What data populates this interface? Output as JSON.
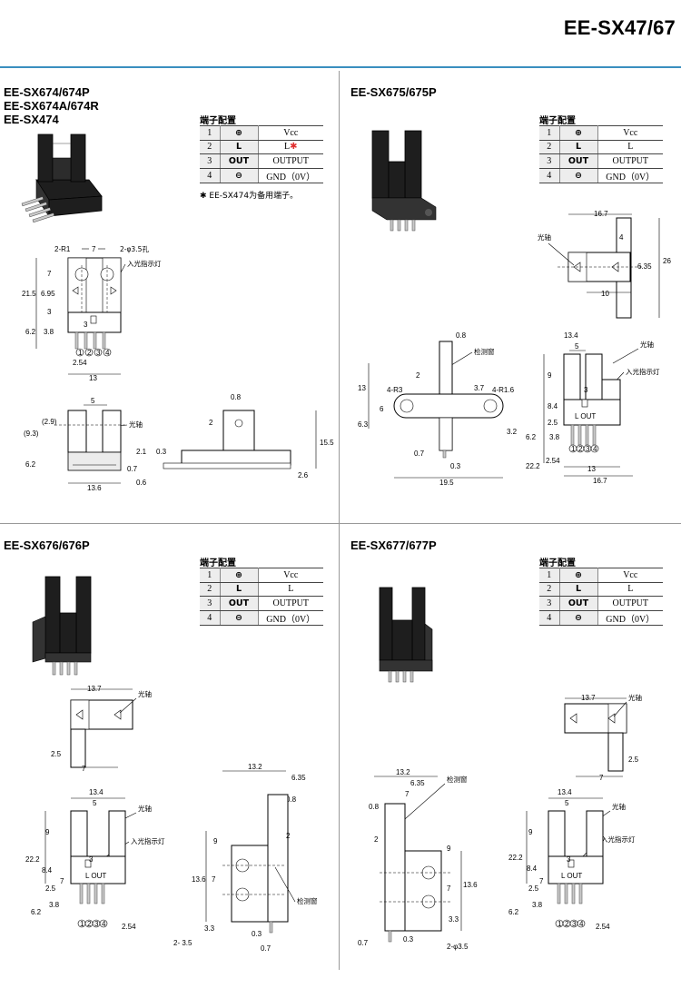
{
  "doc": {
    "title": "EE-SX47/67"
  },
  "terminal": {
    "heading": "端子配置",
    "rows": [
      {
        "num": "1",
        "sym": "⊕",
        "name": "Vcc"
      },
      {
        "num": "2",
        "sym": "L",
        "name": "L"
      },
      {
        "num": "3",
        "sym": "OUT",
        "name": "OUTPUT"
      },
      {
        "num": "4",
        "sym": "⊖",
        "name": "GND（0V）"
      }
    ],
    "star": "✱"
  },
  "q1": {
    "title_lines": [
      "EE-SX674/674P",
      "EE-SX674A/674R",
      "EE-SX474"
    ],
    "note": "✱ EE-SX474为备用端子。",
    "labels": {
      "r1": "2-R1",
      "w7": "7",
      "hole": "2-φ3.5孔",
      "led": "入光指示灯",
      "v7": "7",
      "v215": "21.5",
      "v695": "6.95",
      "v3a": "3",
      "h3": "3",
      "v62": "6.2",
      "v38": "3.8",
      "h254": "2.54",
      "h13": "13",
      "h5": "5",
      "v29": "(2.9)",
      "v93": "(9.3)",
      "axis": "光轴",
      "v62b": "6.2",
      "h136": "13.6",
      "s08": "0.8",
      "s2": "2",
      "s21": "2.1",
      "s03": "0.3",
      "s07": "0.7",
      "s06": "0.6",
      "s155": "15.5",
      "s26": "2.6",
      "p1": "1",
      "p2": "2",
      "p3": "3",
      "p4": "4"
    }
  },
  "q2": {
    "title_lines": [
      "EE-SX675/675P"
    ],
    "labels": {
      "t167": "16.7",
      "t4": "4",
      "axis": "光轴",
      "t635": "6.35",
      "t26": "26",
      "t10": "10",
      "f08": "0.8",
      "win": "检测窗",
      "f2": "2",
      "f13": "13",
      "r3": "4-R3",
      "f6": "6",
      "f63": "6.3",
      "f37": "3.7",
      "r16": "4-R1.6",
      "f32": "3.2",
      "f07": "0.7",
      "f03": "0.3",
      "f195": "19.5",
      "s134": "13.4",
      "s5": "5",
      "axis2": "光轴",
      "led": "入光指示灯",
      "s9": "9",
      "s222": "22.2",
      "s84": "8.4",
      "s3": "3",
      "s25": "2.5",
      "s62": "6.2",
      "s38": "3.8",
      "s254": "2.54",
      "s13": "13",
      "s167": "16.7",
      "lout": "L OUT",
      "p1": "1",
      "p2": "2",
      "p3": "3",
      "p4": "4"
    }
  },
  "q3": {
    "title_lines": [
      "EE-SX676/676P"
    ],
    "labels": {
      "t137": "13.7",
      "axis": "光轴",
      "t25": "2.5",
      "t7": "7",
      "f134": "13.4",
      "f5": "5",
      "axis2": "光轴",
      "led": "入光指示灯",
      "f9": "9",
      "f222": "22.2",
      "f3": "3",
      "f84": "8.4",
      "f7": "7",
      "f25": "2.5",
      "f62": "6.2",
      "f38": "3.8",
      "f254": "2.54",
      "lout": "L OUT",
      "p1": "1",
      "p2": "2",
      "p3": "3",
      "p4": "4",
      "s132": "13.2",
      "s635": "6.35",
      "s08": "0.8",
      "s9": "9",
      "s2": "2",
      "s136": "13.6",
      "s7": "7",
      "win": "检测窗",
      "s33": "3.3",
      "s03": "0.3",
      "s35": "2- 3.5",
      "s07": "0.7"
    }
  },
  "q4": {
    "title_lines": [
      "EE-SX677/677P"
    ],
    "labels": {
      "t137": "13.7",
      "axis": "光轴",
      "t25": "2.5",
      "t7": "7",
      "s132": "13.2",
      "s635": "6.35",
      "win": "检测窗",
      "s7": "7",
      "s08": "0.8",
      "s2": "2",
      "s9": "9",
      "s136": "13.6",
      "s7b": "7",
      "s33": "3.3",
      "s07": "0.7",
      "s03": "0.3",
      "s35": "2-φ3.5",
      "f134": "13.4",
      "f5": "5",
      "axis2": "光轴",
      "led": "入光指示灯",
      "f9": "9",
      "f222": "22.2",
      "f3": "3",
      "f84": "8.4",
      "f7": "7",
      "f25": "2.5",
      "f62": "6.2",
      "f38": "3.8",
      "f254": "2.54",
      "lout": "L OUT",
      "p1": "1",
      "p2": "2",
      "p3": "3",
      "p4": "4"
    }
  }
}
